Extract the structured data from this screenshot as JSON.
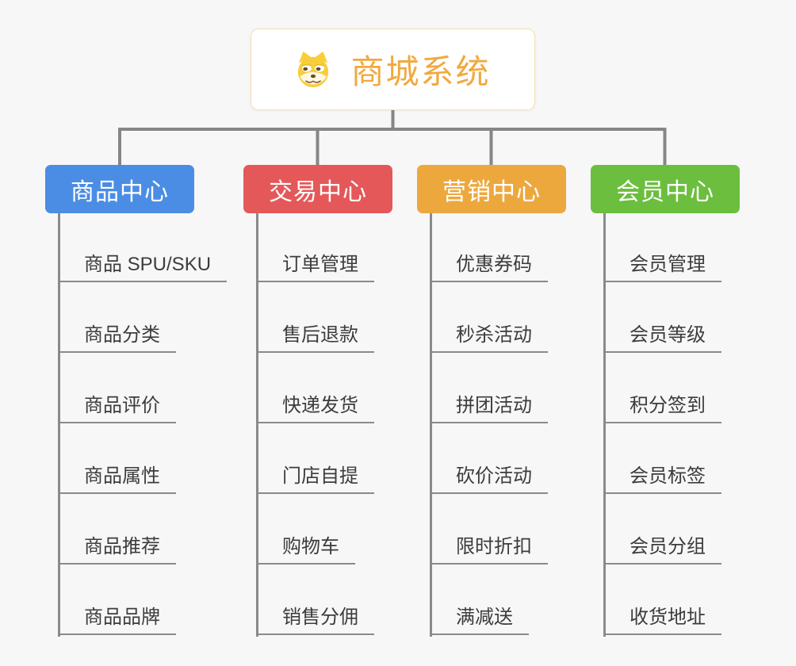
{
  "canvas_background": "#F7F7F7",
  "connector_color": "#868686",
  "leaf_line_color": "#8A8A8A",
  "leaf_text_color": "#3C3C3C",
  "root": {
    "title": "商城系统",
    "icon": "doge-face-icon",
    "title_color": "#F1A940",
    "border_color": "#F1BE62",
    "background": "#FFFFFF"
  },
  "branches": [
    {
      "label": "商品中心",
      "color": "#4B8DE4",
      "children": [
        "商品 SPU/SKU",
        "商品分类",
        "商品评价",
        "商品属性",
        "商品推荐",
        "商品品牌"
      ]
    },
    {
      "label": "交易中心",
      "color": "#E4585A",
      "children": [
        "订单管理",
        "售后退款",
        "快递发货",
        "门店自提",
        "购物车",
        "销售分佣"
      ]
    },
    {
      "label": "营销中心",
      "color": "#EDA83D",
      "children": [
        "优惠券码",
        "秒杀活动",
        "拼团活动",
        "砍价活动",
        "限时折扣",
        "满减送"
      ]
    },
    {
      "label": "会员中心",
      "color": "#6CBE3E",
      "children": [
        "会员管理",
        "会员等级",
        "积分签到",
        "会员标签",
        "会员分组",
        "收货地址"
      ]
    }
  ]
}
